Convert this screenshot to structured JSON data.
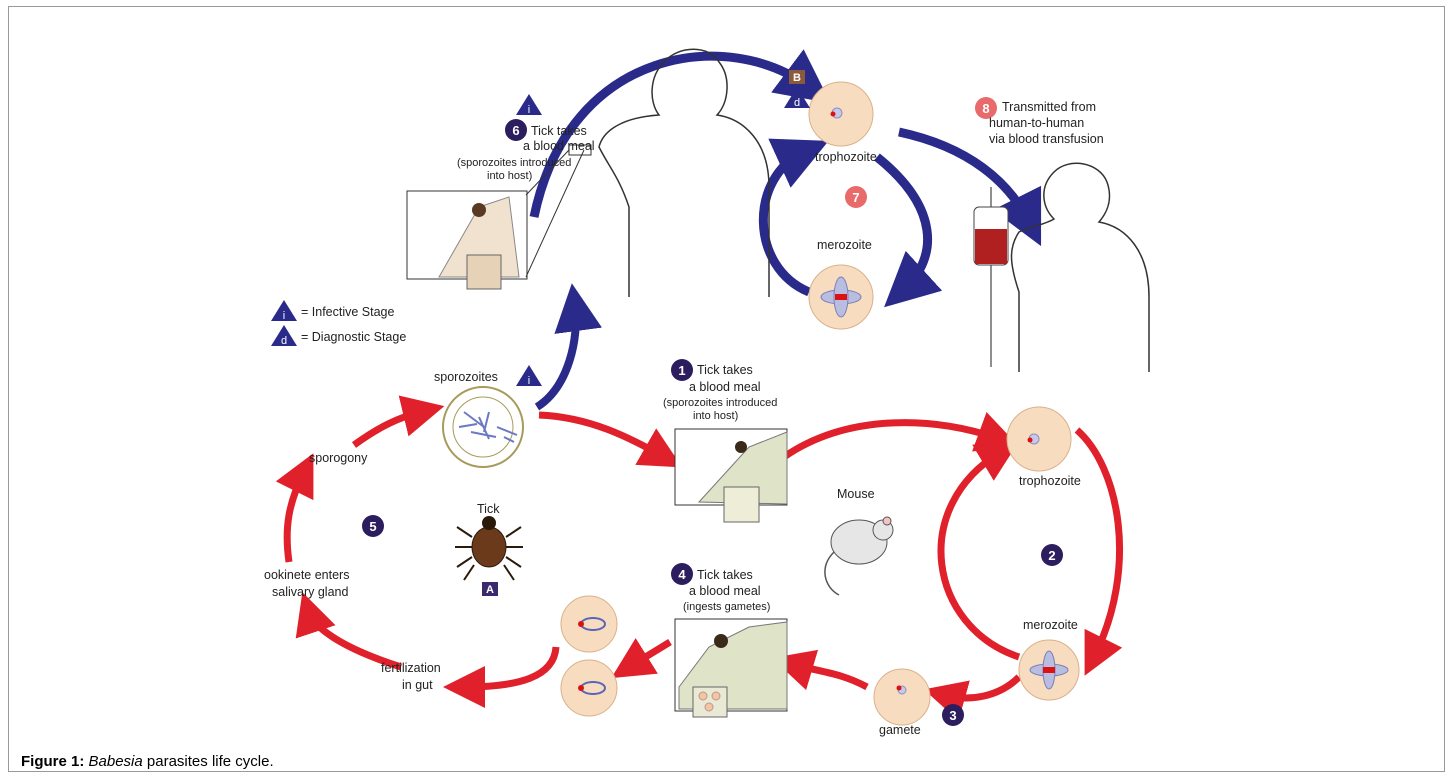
{
  "labels": {
    "s6_title_1": "Tick takes",
    "s6_title_2": "a blood meal",
    "s6_sub_1": "(sporozoites introduced",
    "s6_sub_2": "into host)",
    "trophozoite_human": "trophozoite",
    "merozoite_human": "merozoite",
    "s8_1": "Transmitted from",
    "s8_2": "human-to-human",
    "s8_3": "via blood transfusion",
    "legend_infective": "= Infective Stage",
    "legend_diagnostic": "= Diagnostic Stage",
    "sporozoites": "sporozoites",
    "s1_title_1": "Tick takes",
    "s1_title_2": "a blood meal",
    "s1_sub_1": "(sporozoites introduced",
    "s1_sub_2": "into host)",
    "trophozoite_mouse": "trophozoite",
    "mouse": "Mouse",
    "merozoite_mouse": "merozoite",
    "gamete": "gamete",
    "sporogony": "sporogony",
    "tick": "Tick",
    "ookinete_1": "ookinete enters",
    "ookinete_2": "salivary gland",
    "fertilization_1": "fertilization",
    "fertilization_2": "in gut",
    "s4_title_1": "Tick takes",
    "s4_title_2": "a blood meal",
    "s4_sub": "(ingests gametes)"
  },
  "badges": {
    "step1": "1",
    "step2": "2",
    "step3": "3",
    "step4": "4",
    "step5": "5",
    "step6": "6",
    "step7": "7",
    "step8": "8",
    "infective": "i",
    "diagnostic": "d",
    "host_B": "B",
    "host_A": "A"
  },
  "caption": {
    "label": "Figure 1:",
    "genus": "Babesia",
    "text": "parasites life cycle."
  },
  "colors": {
    "human_cycle_arrow": "#2a2a8a",
    "tick_mouse_cycle_arrow": "#e0202a",
    "step_badge": "#2b1d5e",
    "human_step_badge": "#e86a6a",
    "stage_triangle": "#2a2a8a",
    "host_box_B": "#8b5a3a",
    "host_box_A": "#3b2a6b",
    "cell_fill": "#f8dcc0"
  }
}
